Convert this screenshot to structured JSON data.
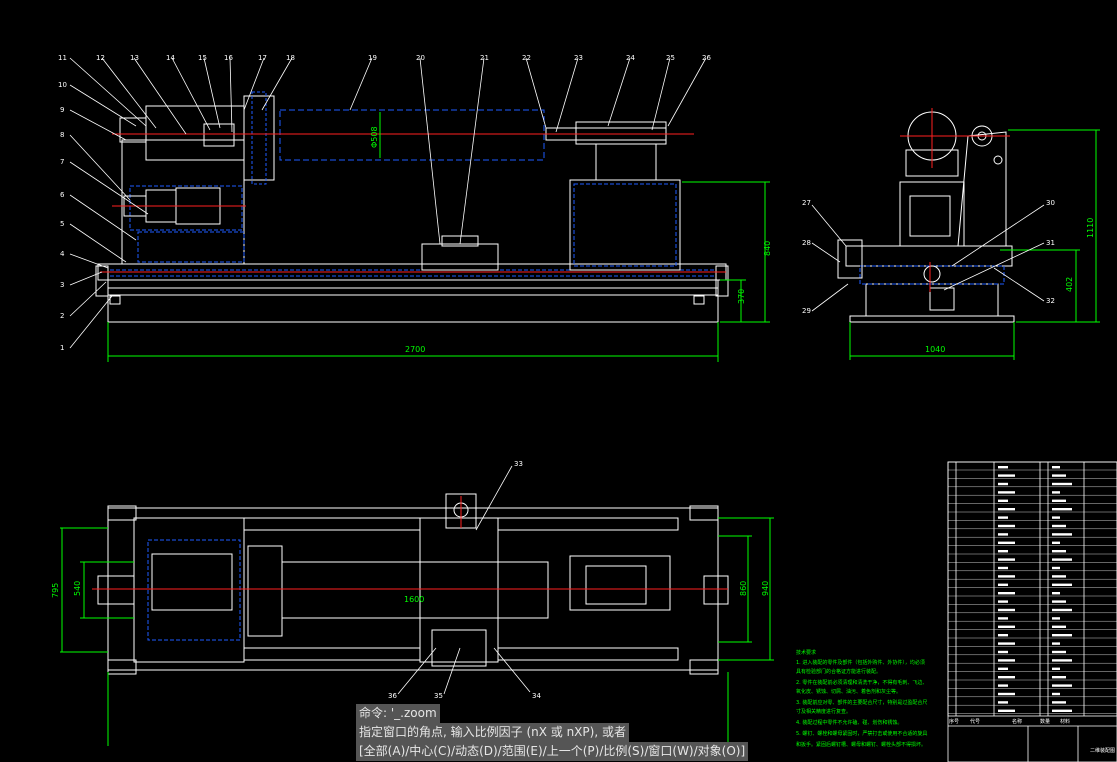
{
  "colors": {
    "background": "#000000",
    "outline": "#ffffff",
    "hidden": "#1e5bff",
    "centerline": "#ff2020",
    "dimension": "#00ff00",
    "leader": "#ffffff",
    "tech_text": "#00ff00"
  },
  "part_labels_front": [
    "1",
    "2",
    "3",
    "4",
    "5",
    "6",
    "7",
    "8",
    "9",
    "10",
    "11",
    "12",
    "13",
    "14",
    "15",
    "16",
    "17",
    "18",
    "19",
    "20",
    "21",
    "22",
    "23",
    "24",
    "25",
    "26"
  ],
  "part_labels_side": [
    "27",
    "28",
    "29",
    "30",
    "31",
    "32"
  ],
  "part_labels_top": [
    "33",
    "34",
    "35",
    "36"
  ],
  "dimensions": {
    "front_length": "2700",
    "front_height_total": "840",
    "front_height_base": "370",
    "tube_diameter": "Φ508",
    "side_width": "1040",
    "side_height_total": "1110",
    "side_height_base": "402",
    "top_length": "1600",
    "top_width_outer": "795",
    "top_width_inner": "540",
    "top_right_inner": "860",
    "top_right_outer": "940"
  },
  "tech_requirements": {
    "title": "技术要求",
    "lines": [
      "1. 进入装配的零件及部件（包括外购件、外协件），均必须",
      "具有检验部门的合格证方能进行装配。",
      "2. 零件在装配前必须清理和清洗干净，不得有毛刺、飞边、",
      "氧化皮、锈蚀、切屑、油污、着色剂和灰尘等。",
      "3. 装配前应对零、部件的主要配合尺寸，特别是过盈配合尺",
      "寸及相关精度进行复查。",
      "4. 装配过程中零件不允许磕、碰、划伤和锈蚀。",
      "5. 螺钉、螺栓和螺母紧固时，严禁打击或使用不合适的旋具",
      "和扳手。紧固后螺钉槽、螺母和螺钉、螺栓头部不得损坏。"
    ]
  },
  "title_block": {
    "col_headers": [
      "序号",
      "代号",
      "名称",
      "数量",
      "材料"
    ],
    "drawing_title": "二维装配图"
  },
  "command": {
    "history": "命令: '_.zoom",
    "prompt": "指定窗口的角点, 输入比例因子 (nX 或 nXP), 或者",
    "options": "[全部(A)/中心(C)/动态(D)/范围(E)/上一个(P)/比例(S)/窗口(W)/对象(O)]",
    "input_value": ""
  }
}
